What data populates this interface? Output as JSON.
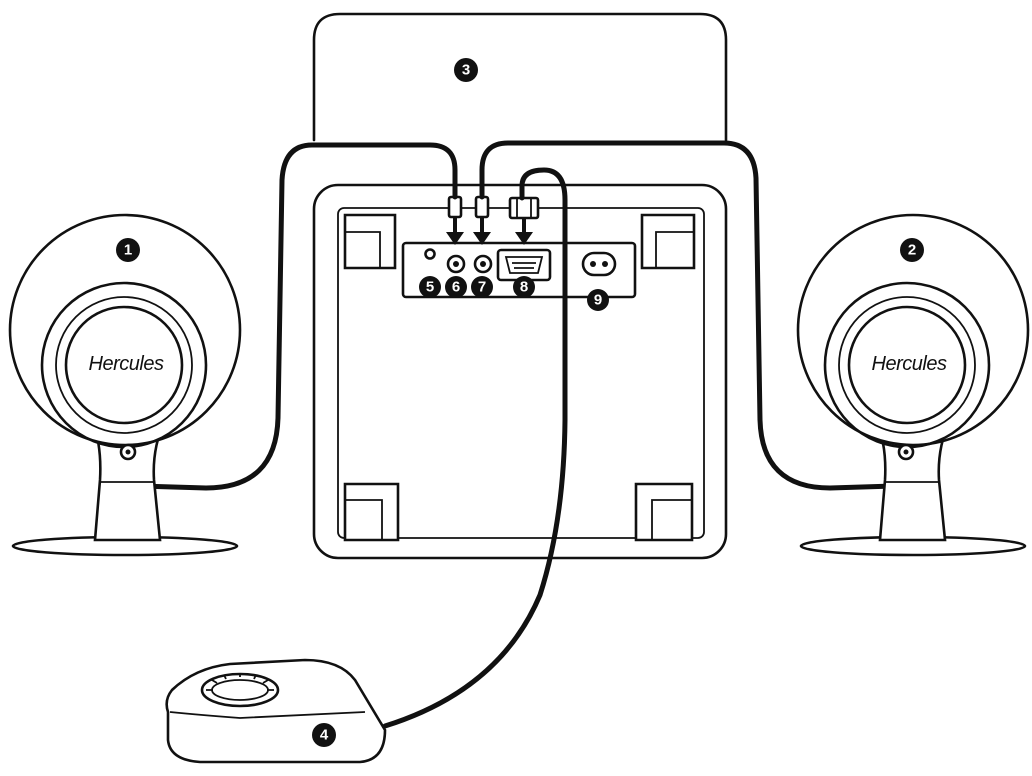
{
  "speakers": {
    "left": {
      "brand": "Hercules",
      "callout": "1"
    },
    "right": {
      "brand": "Hercules",
      "callout": "2"
    }
  },
  "subwoofer": {
    "callout": "3"
  },
  "remote": {
    "callout": "4"
  },
  "ports": [
    {
      "callout": "5"
    },
    {
      "callout": "6"
    },
    {
      "callout": "7"
    },
    {
      "callout": "8"
    },
    {
      "callout": "9"
    }
  ]
}
